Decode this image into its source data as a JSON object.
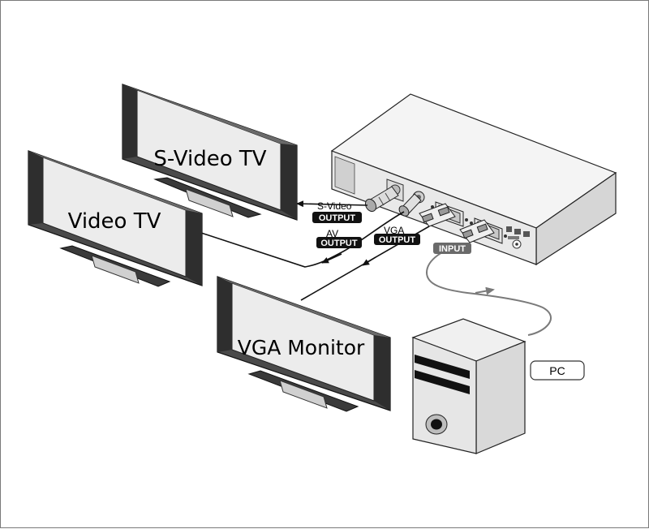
{
  "devices": {
    "svideo_tv": {
      "label": "S-Video TV"
    },
    "video_tv": {
      "label": "Video TV"
    },
    "vga_monitor": {
      "label": "VGA Monitor"
    },
    "pc": {
      "label": "PC"
    }
  },
  "ports": {
    "svideo": {
      "name": "S-Video",
      "badge": "OUTPUT"
    },
    "av": {
      "name": "AV",
      "badge": "OUTPUT"
    },
    "vga": {
      "name": "VGA",
      "badge": "OUTPUT"
    },
    "input": {
      "badge": "INPUT"
    }
  },
  "colors": {
    "badge": "#111111",
    "input_badge": "#6a6a6a",
    "screen": "#ececec",
    "bezel": "#4a4a4a",
    "body": "#f2f2f2",
    "cable": "#111111",
    "input_cable": "#7a7a7a"
  }
}
